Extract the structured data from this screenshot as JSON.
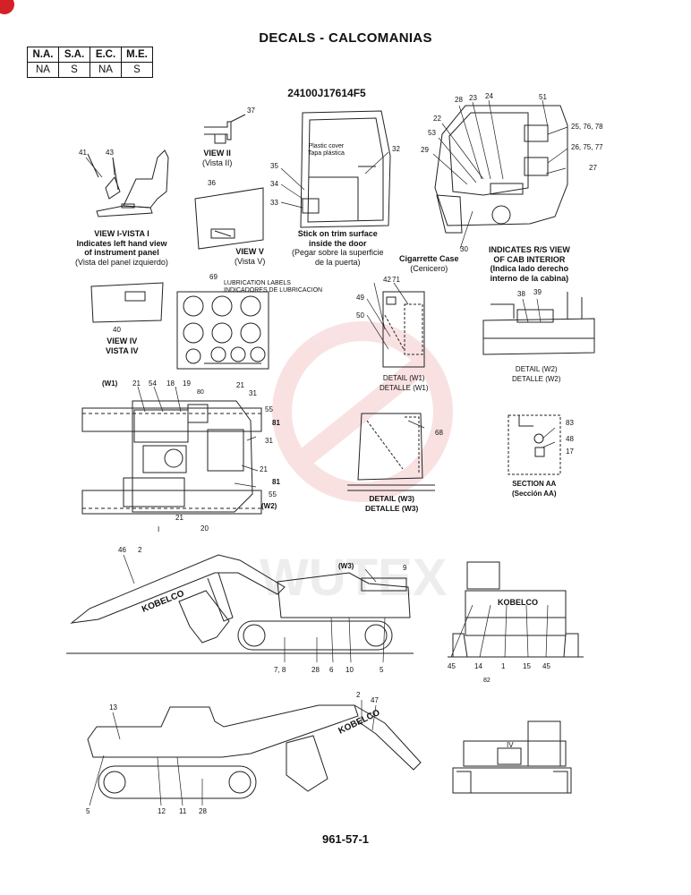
{
  "page": {
    "title": "DECALS - CALCOMANIAS",
    "part_number": "24100J17614F5",
    "page_number": "961-57-1",
    "watermark_text": "WUTEX"
  },
  "availability": {
    "headers": [
      "N.A.",
      "S.A.",
      "E.C.",
      "M.E."
    ],
    "values": [
      "NA",
      "S",
      "NA",
      "S"
    ]
  },
  "views": {
    "view1_line1": "VIEW I-VISTA I",
    "view1_line2": "Indicates left hand view",
    "view1_line3": "of instrument panel",
    "view1_line4": "(Vista del panel izquierdo)",
    "view2_line1": "VIEW II",
    "view2_line2": "(Vista  II)",
    "view4_line1": "VIEW IV",
    "view4_line2": "VISTA IV",
    "view5_line1": "VIEW V",
    "view5_line2": "(Vista V)",
    "door_line1": "Stick on trim surface",
    "door_line2": "inside the door",
    "door_line3": "(Pegar sobre la superficie",
    "door_line4": "de la puerta)",
    "plastic_cover_1": "Plastic cover",
    "plastic_cover_2": "Tapa plástica",
    "cig_line1": "Cigarrette Case",
    "cig_line2": "(Cenicero)",
    "rs_line1": "INDICATES R/S VIEW",
    "rs_line2": "OF CAB INTERIOR",
    "rs_line3": "(Indica lado derecho",
    "rs_line4": "interno de la cabina)",
    "lube_line1": "LUBRICATION LABELS",
    "lube_line2": "INDICADORES DE LUBRICACION",
    "w1_line1": "DETAIL (W1)",
    "w1_line2": "DETALLE (W1)",
    "w2_line1": "DETAIL (W2)",
    "w2_line2": "DETALLE (W2)",
    "w3_line1": "DETAIL (W3)",
    "w3_line2": "DETALLE (W3)",
    "aa_line1": "SECTION AA",
    "aa_line2": "(Sección AA)"
  },
  "callouts": {
    "c37": "37",
    "c41": "41",
    "c43": "43",
    "c36": "36",
    "c35": "35",
    "c34": "34",
    "c33": "33",
    "c32": "32",
    "c28a": "28",
    "c23": "23",
    "c24": "24",
    "c51": "51",
    "c22": "22",
    "c53": "53",
    "c29": "29",
    "c25": "25, 76, 78",
    "c26": "26, 75, 77",
    "c27": "27",
    "c30": "30",
    "c69": "69",
    "c40": "40",
    "c42": "42",
    "c71": "71",
    "c49": "49",
    "c50": "50",
    "c38": "38",
    "c39": "39",
    "w1tag": "(W1)",
    "c21a": "21",
    "c54": "54",
    "c18": "18",
    "c19": "19",
    "c80": "80",
    "c21b": "21",
    "c31a": "31",
    "c55a": "55",
    "c81a": "81",
    "c31b": "31",
    "c21c": "21",
    "c81b": "81",
    "c55b": "55",
    "w2tag": "(W2)",
    "c21d": "21",
    "c20": "20",
    "rI": "I",
    "c68": "68",
    "c83": "83",
    "c48": "48",
    "c17": "17",
    "c46": "46",
    "c2a": "2",
    "w3tag": "(W3)",
    "c9": "9",
    "c78": "7, 8",
    "c28b": "28",
    "c6": "6",
    "c10": "10",
    "c5a": "5",
    "c45a": "45",
    "c14": "14",
    "c1": "1",
    "c15": "15",
    "c45b": "45",
    "c82": "82",
    "c13": "13",
    "c2b": "2",
    "c47": "47",
    "c5b": "5",
    "c12": "12",
    "c11": "11",
    "c28c": "28",
    "rIV": "IV",
    "brand": "KOBELCO"
  }
}
